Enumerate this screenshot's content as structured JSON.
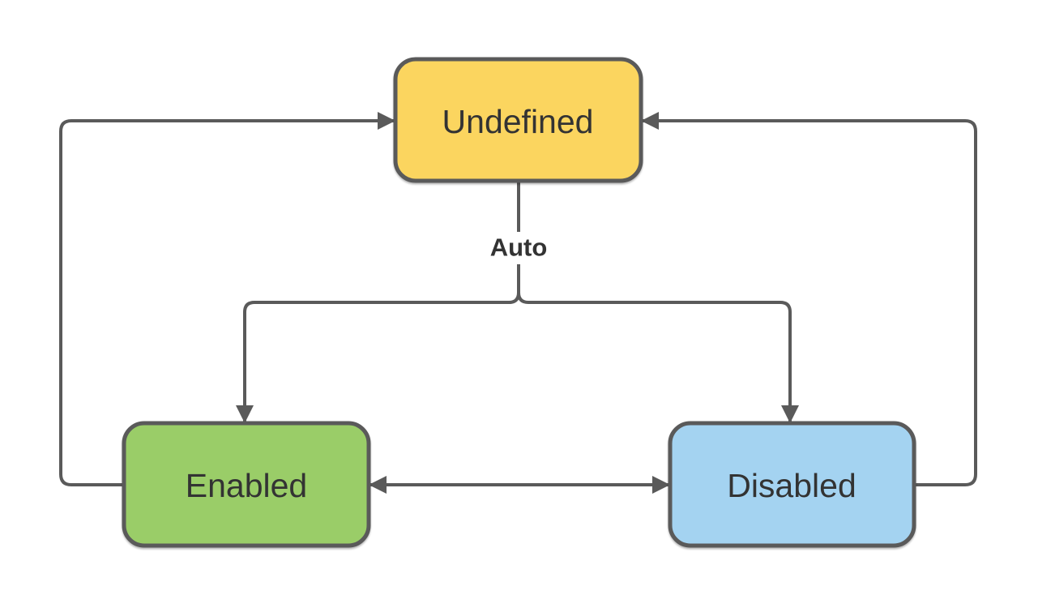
{
  "diagram": {
    "type": "state-diagram",
    "background": "#FFFFFF",
    "nodes": [
      {
        "id": "undefined",
        "label": "Undefined",
        "fill": "#FBD55F",
        "border": "#5A5A5A"
      },
      {
        "id": "enabled",
        "label": "Enabled",
        "fill": "#9ACD68",
        "border": "#5A5A5A"
      },
      {
        "id": "disabled",
        "label": "Disabled",
        "fill": "#A4D3F1",
        "border": "#5A5A5A"
      }
    ],
    "edges": [
      {
        "from": "enabled",
        "to": "undefined",
        "label": "",
        "bidirectional": false
      },
      {
        "from": "disabled",
        "to": "undefined",
        "label": "",
        "bidirectional": false
      },
      {
        "from": "undefined",
        "to": "enabled",
        "label": "Auto",
        "bidirectional": false
      },
      {
        "from": "undefined",
        "to": "disabled",
        "label": "Auto",
        "bidirectional": false
      },
      {
        "from": "enabled",
        "to": "disabled",
        "label": "",
        "bidirectional": true
      }
    ],
    "colors": {
      "line": "#5A5A5A",
      "text": "#333333"
    }
  }
}
